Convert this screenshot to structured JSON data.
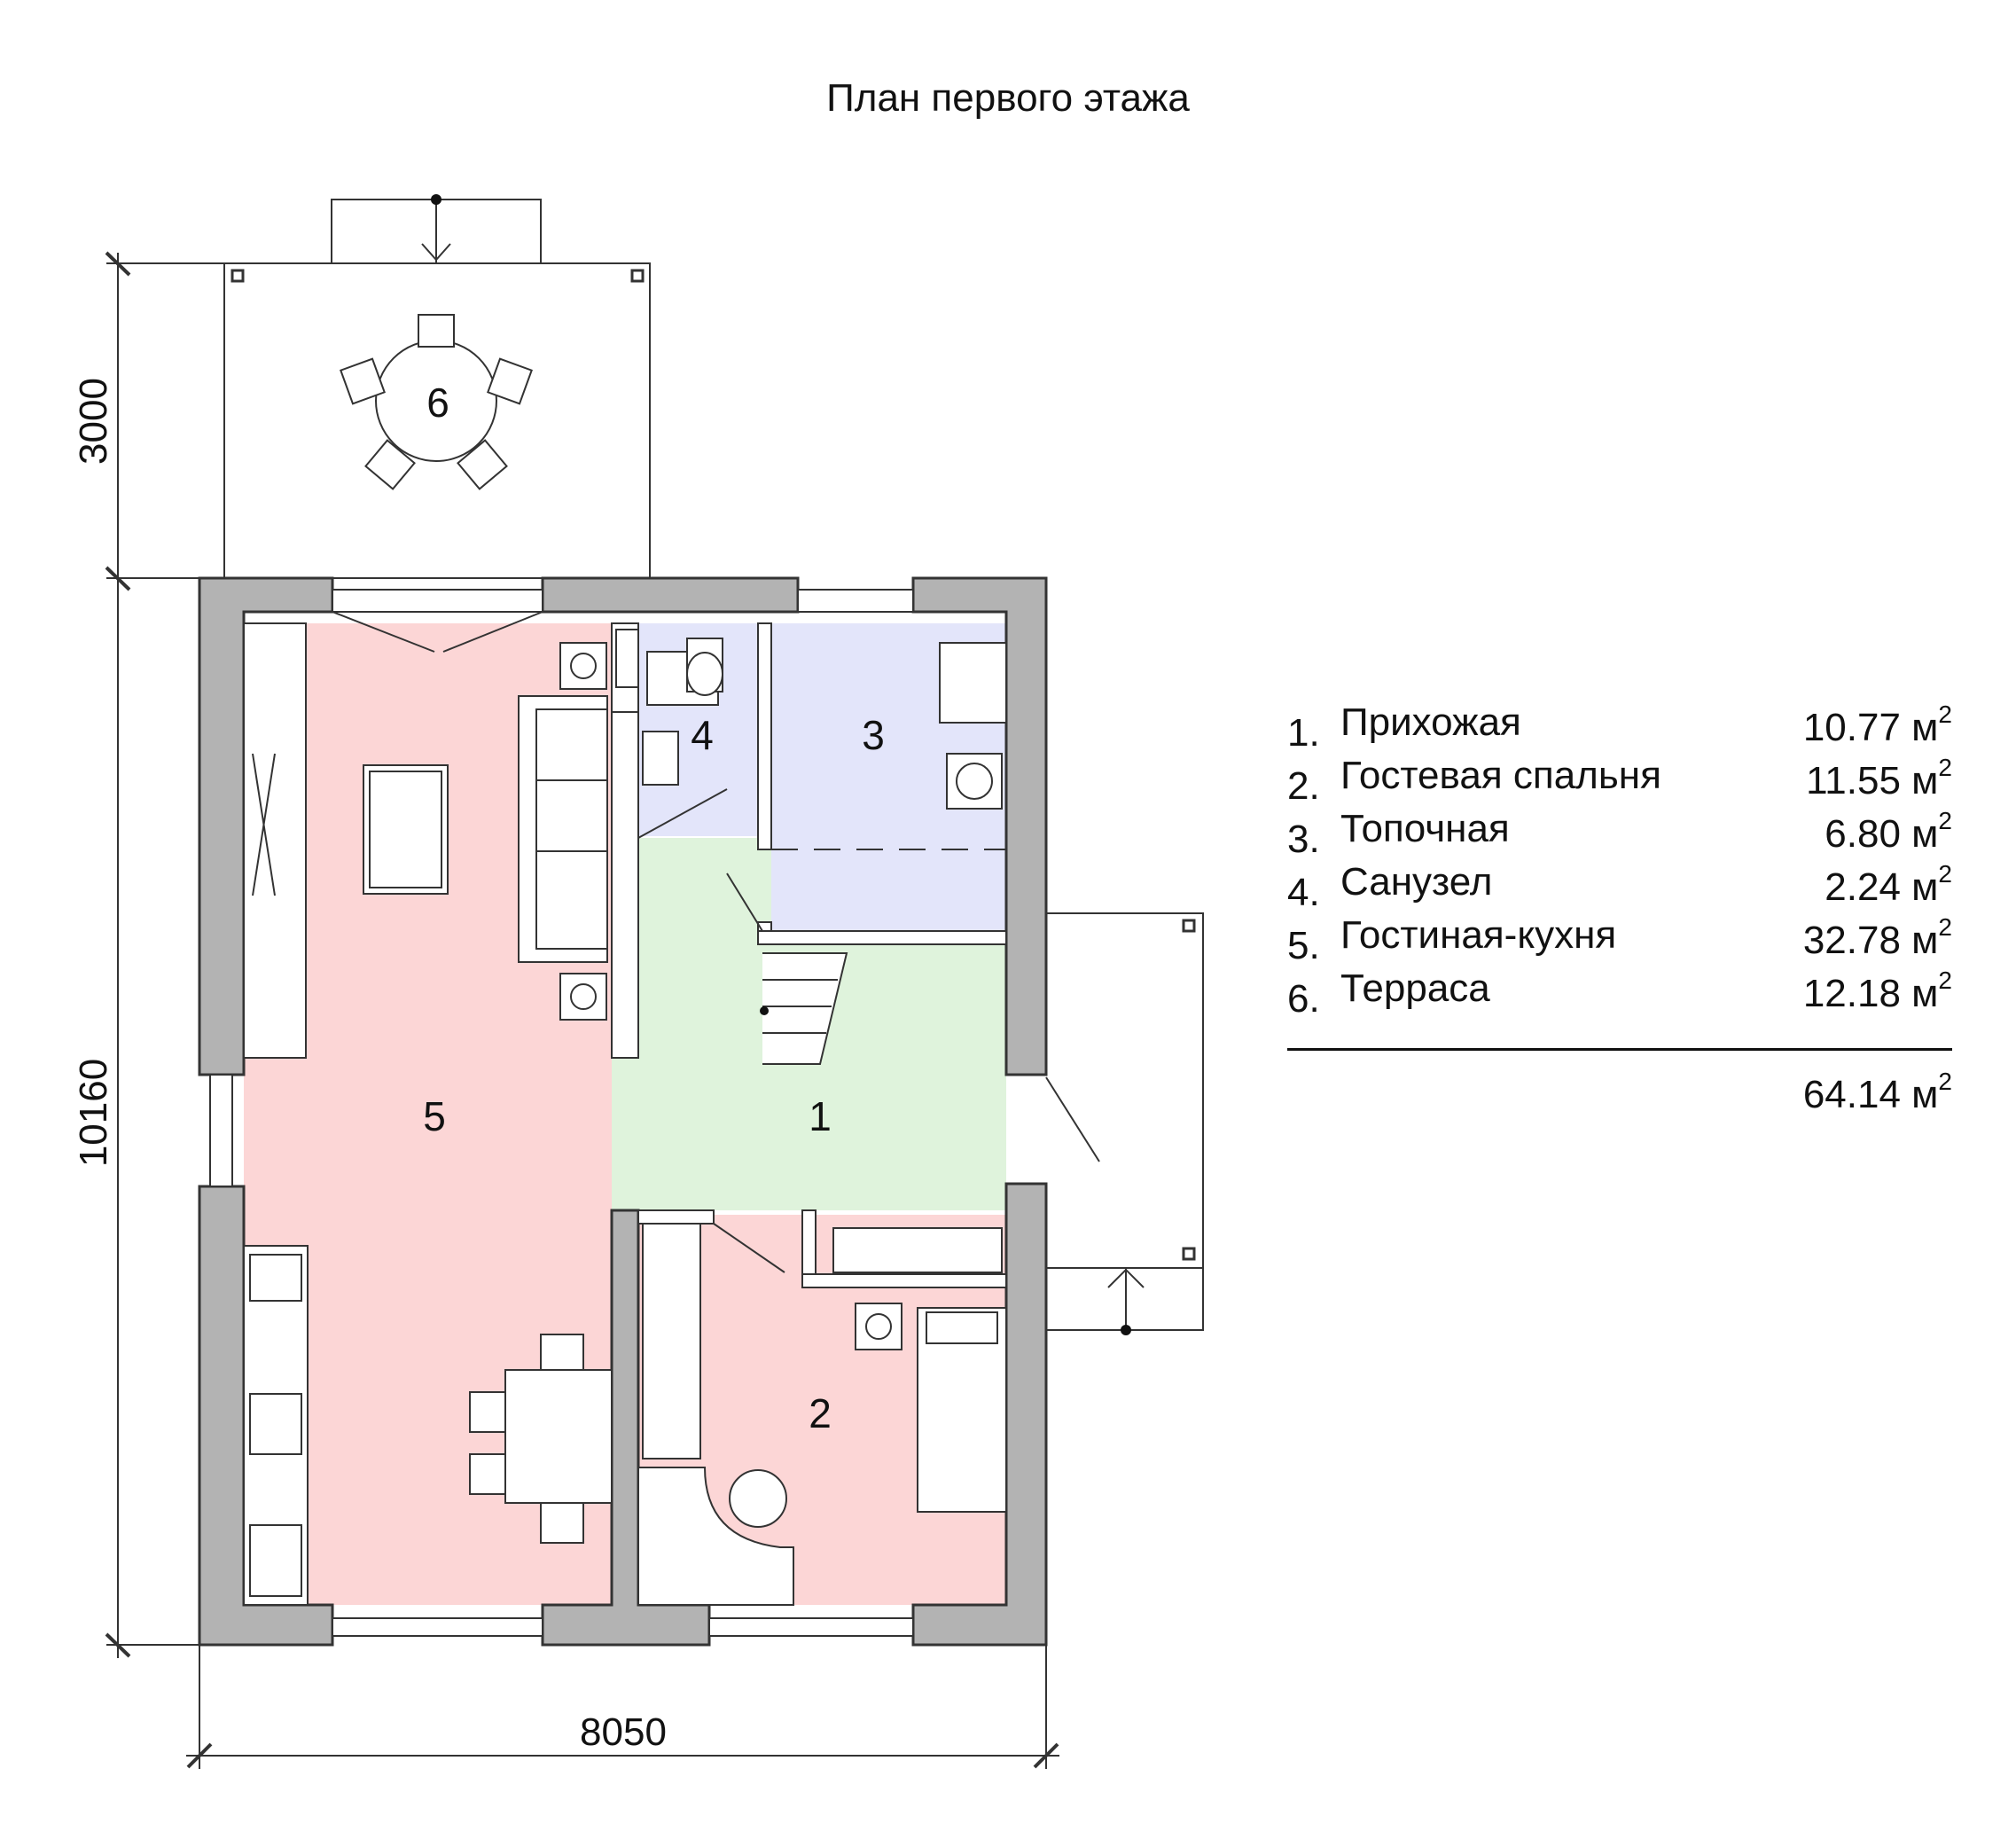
{
  "title": "План первого этажа",
  "rooms": [
    {
      "number": "1.",
      "name": "Прихожая",
      "area": "10.77 м",
      "sup": "2"
    },
    {
      "number": "2.",
      "name": "Гостевая спальня",
      "area": "11.55 м",
      "sup": "2"
    },
    {
      "number": "3.",
      "name": "Топочная",
      "area": "6.80 м",
      "sup": "2"
    },
    {
      "number": "4.",
      "name": "Санузел",
      "area": "2.24 м",
      "sup": "2"
    },
    {
      "number": "5.",
      "name": "Гостиная-кухня",
      "area": "32.78 м",
      "sup": "2"
    },
    {
      "number": "6.",
      "name": "Терраса",
      "area": "12.18 м",
      "sup": "2"
    }
  ],
  "total": {
    "area": "64.14 м",
    "sup": "2"
  },
  "plan_labels": {
    "r1": "1",
    "r2": "2",
    "r3": "3",
    "r4": "4",
    "r5": "5",
    "r6": "6"
  },
  "dimensions": {
    "terrace_depth": "3000",
    "house_depth": "10160",
    "house_width": "8050"
  },
  "colors": {
    "wall": "#b3b3b3",
    "living_kitchen": "#fcd6d6",
    "bedroom": "#fcd6d6",
    "hall": "#dff3dc",
    "boiler": "#e3e5fa",
    "bathroom": "#e3e5fa"
  }
}
